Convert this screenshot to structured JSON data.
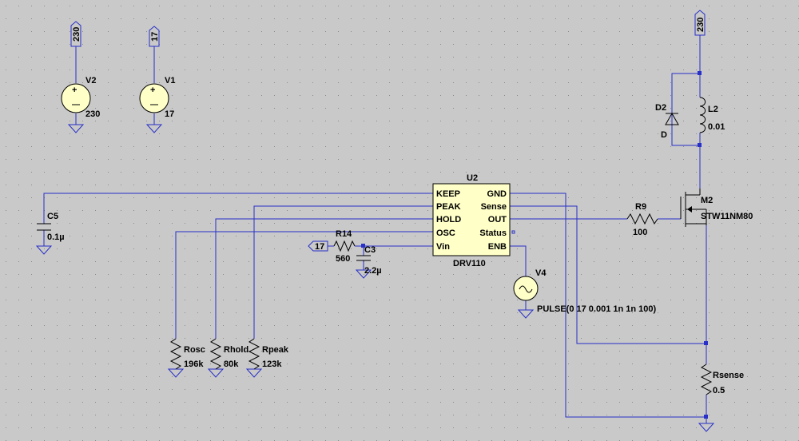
{
  "schematic": {
    "ports": {
      "v2_top": "230",
      "v1_top": "17",
      "l2_top": "230",
      "r14_in": "17"
    },
    "components": {
      "v2": {
        "name": "V2",
        "value": "230"
      },
      "v1": {
        "name": "V1",
        "value": "17"
      },
      "u2": {
        "name": "U2",
        "type": "DRV110",
        "pins_left": [
          "KEEP",
          "PEAK",
          "HOLD",
          "OSC",
          "Vin"
        ],
        "pins_right": [
          "GND",
          "Sense",
          "OUT",
          "Status",
          "ENB"
        ]
      },
      "c5": {
        "name": "C5",
        "value": "0.1µ"
      },
      "r14": {
        "name": "R14",
        "value": "560"
      },
      "c3": {
        "name": "C3",
        "value": "2.2µ"
      },
      "r9": {
        "name": "R9",
        "value": "100"
      },
      "m2": {
        "name": "M2",
        "value": "STW11NM80"
      },
      "d2": {
        "name": "D2",
        "value": "D"
      },
      "l2": {
        "name": "L2",
        "value": "0.01"
      },
      "v4": {
        "name": "V4",
        "value": "PULSE(0 17 0.001 1n 1n 100)"
      },
      "rosc": {
        "name": "Rosc",
        "value": "196k"
      },
      "rhold": {
        "name": "Rhold",
        "value": "80k"
      },
      "rpeak": {
        "name": "Rpeak",
        "value": "123k"
      },
      "rsense": {
        "name": "Rsense",
        "value": "0.5"
      }
    }
  },
  "colors": {
    "background": "#c9c9c9",
    "grid_dot": "#8a8a8a",
    "wire": "#2830c8",
    "component": "#000000",
    "ic_fill": "#ffffc8",
    "source_fill": "#ffffc8"
  }
}
